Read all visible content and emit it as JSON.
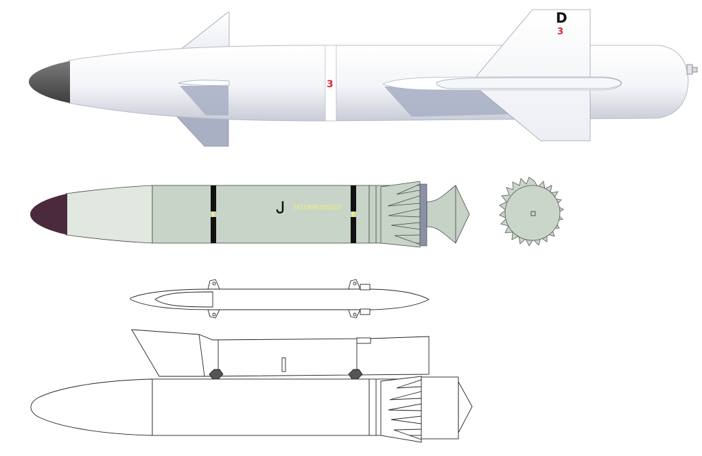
{
  "markings": {
    "tail_letter": "D",
    "tail_number": "3",
    "body_number": "3",
    "serial": "M21899101010"
  },
  "colors": {
    "side_view_body": "#f4f5f8",
    "side_view_shadow": "#a9b0c4",
    "nose_cone_side": "#5b5b5b",
    "launch_body": "#c8d4c8",
    "launch_forward": "#dfe7df",
    "nose_cone_launch": "#4a2a3c",
    "band": "#111111",
    "marking_red": "#d8263a",
    "serial_yellow": "#f2ef7a",
    "outline": "#222222"
  },
  "views": [
    {
      "name": "side-view"
    },
    {
      "name": "launch-configuration-view"
    },
    {
      "name": "rear-end-view"
    },
    {
      "name": "top-view-outline"
    },
    {
      "name": "side-view-outline"
    }
  ]
}
